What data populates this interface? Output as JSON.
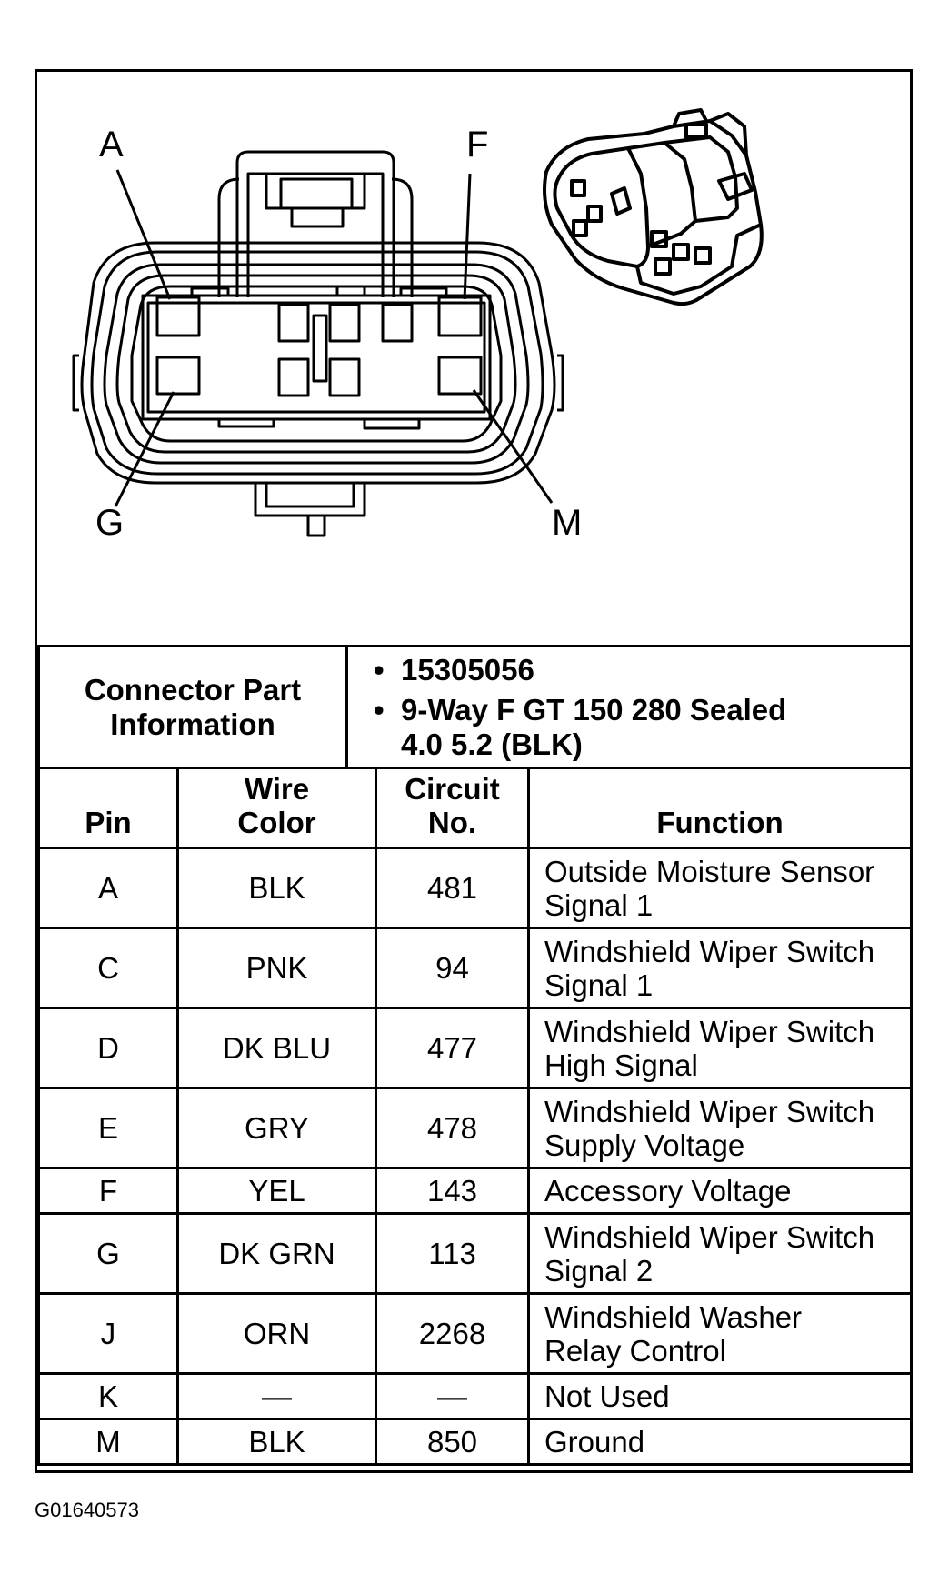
{
  "callouts": {
    "a": "A",
    "f": "F",
    "g": "G",
    "m": "M"
  },
  "connector_info": {
    "label_line1": "Connector Part",
    "label_line2": "Information",
    "items": [
      "15305056",
      "9-Way F GT 150 280 Sealed",
      "4.0 5.2 (BLK)"
    ]
  },
  "pin_table": {
    "headers": {
      "pin": "Pin",
      "wire_color_line1": "Wire",
      "wire_color_line2": "Color",
      "circuit_line1": "Circuit",
      "circuit_line2": "No.",
      "function": "Function"
    },
    "rows": [
      {
        "pin": "A",
        "wire_color": "BLK",
        "circuit": "481",
        "function_line1": "Outside Moisture Sensor",
        "function_line2": "Signal 1"
      },
      {
        "pin": "C",
        "wire_color": "PNK",
        "circuit": "94",
        "function_line1": "Windshield Wiper Switch",
        "function_line2": "Signal 1"
      },
      {
        "pin": "D",
        "wire_color": "DK BLU",
        "circuit": "477",
        "function_line1": "Windshield Wiper Switch",
        "function_line2": "High Signal"
      },
      {
        "pin": "E",
        "wire_color": "GRY",
        "circuit": "478",
        "function_line1": "Windshield Wiper Switch",
        "function_line2": "Supply Voltage"
      },
      {
        "pin": "F",
        "wire_color": "YEL",
        "circuit": "143",
        "function_line1": "Accessory Voltage",
        "function_line2": ""
      },
      {
        "pin": "G",
        "wire_color": "DK GRN",
        "circuit": "113",
        "function_line1": "Windshield Wiper Switch",
        "function_line2": "Signal 2"
      },
      {
        "pin": "J",
        "wire_color": "ORN",
        "circuit": "2268",
        "function_line1": "Windshield Washer",
        "function_line2": "Relay Control"
      },
      {
        "pin": "K",
        "wire_color": "—",
        "circuit": "—",
        "function_line1": "Not Used",
        "function_line2": ""
      },
      {
        "pin": "M",
        "wire_color": "BLK",
        "circuit": "850",
        "function_line1": "Ground",
        "function_line2": ""
      }
    ]
  },
  "figure_code": "G01640573"
}
